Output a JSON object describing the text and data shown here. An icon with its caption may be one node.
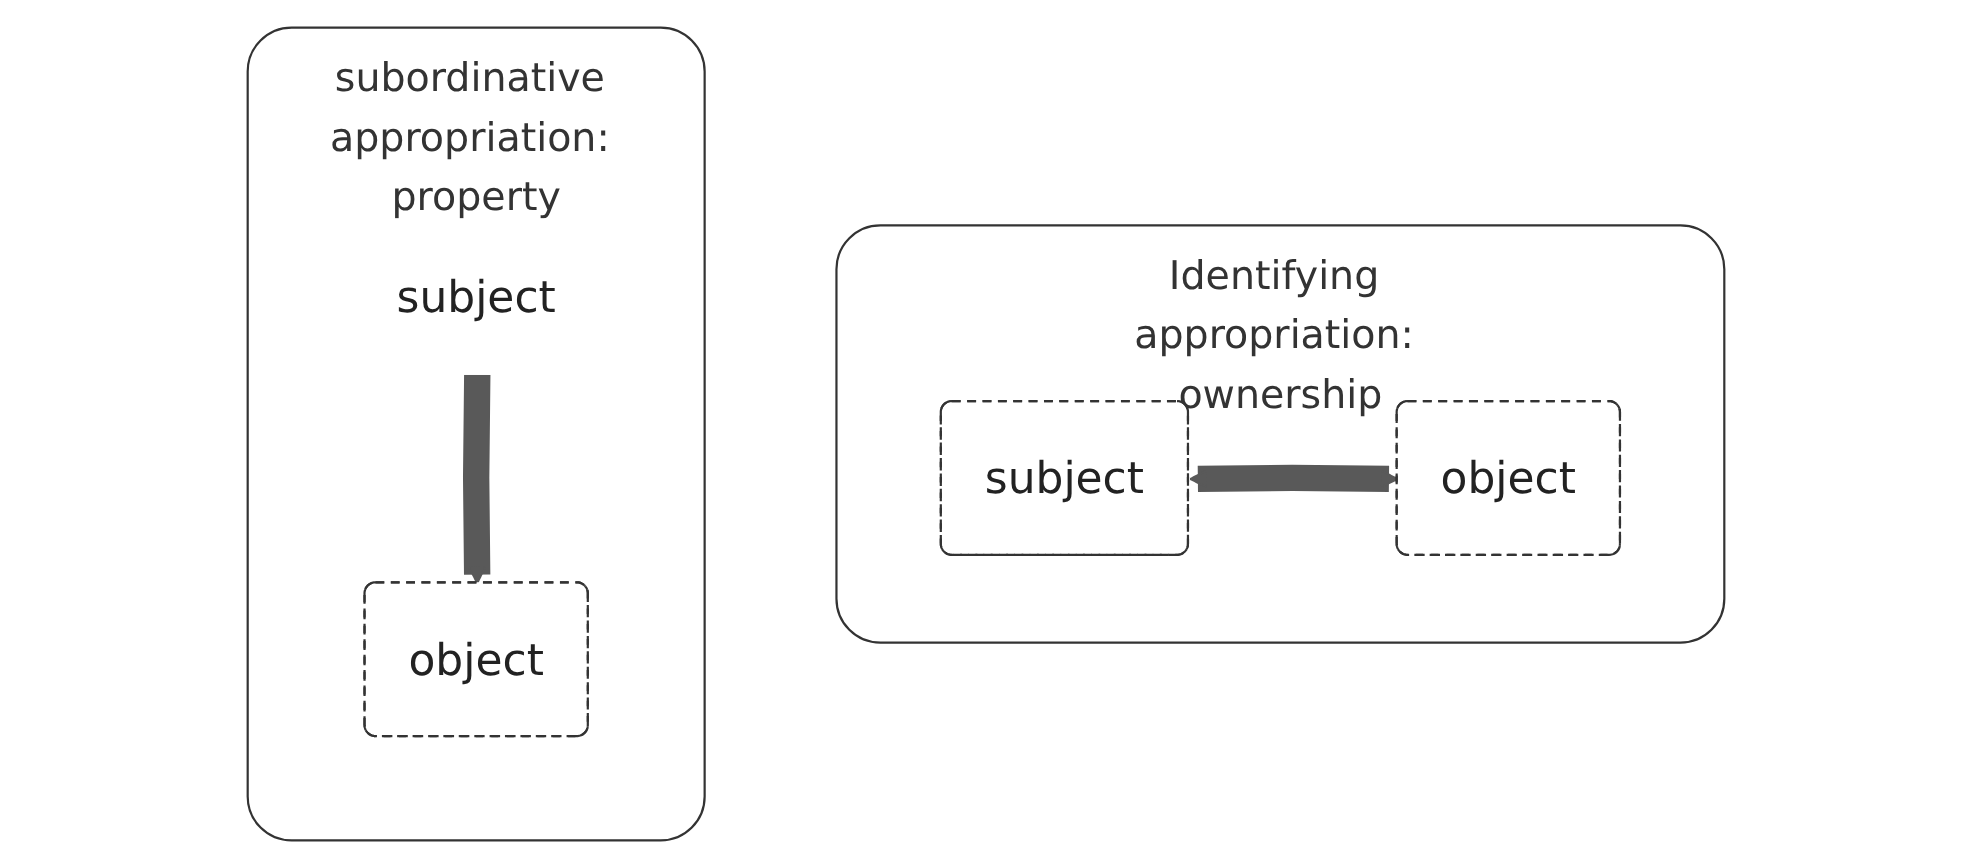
{
  "diagram": {
    "nodes": [
      {
        "text": [
          "subordinative appropriation: property"
        ]
      },
      {
        "text": [
          "subject"
        ],
        "in": 0
      },
      {
        "text": [
          "object"
        ],
        "in": 0
      },
      {
        "text": [
          "Identifying appropriation: ownership"
        ]
      },
      {
        "text": [
          "subject"
        ],
        "in": 3
      },
      {
        "text": [
          "object"
        ],
        "in": 3
      }
    ],
    "edges": [
      {
        "from": 1,
        "to": 2,
        "arrow": "to"
      },
      {
        "from": 4,
        "to": 5,
        "arrow": "both"
      }
    ]
  }
}
